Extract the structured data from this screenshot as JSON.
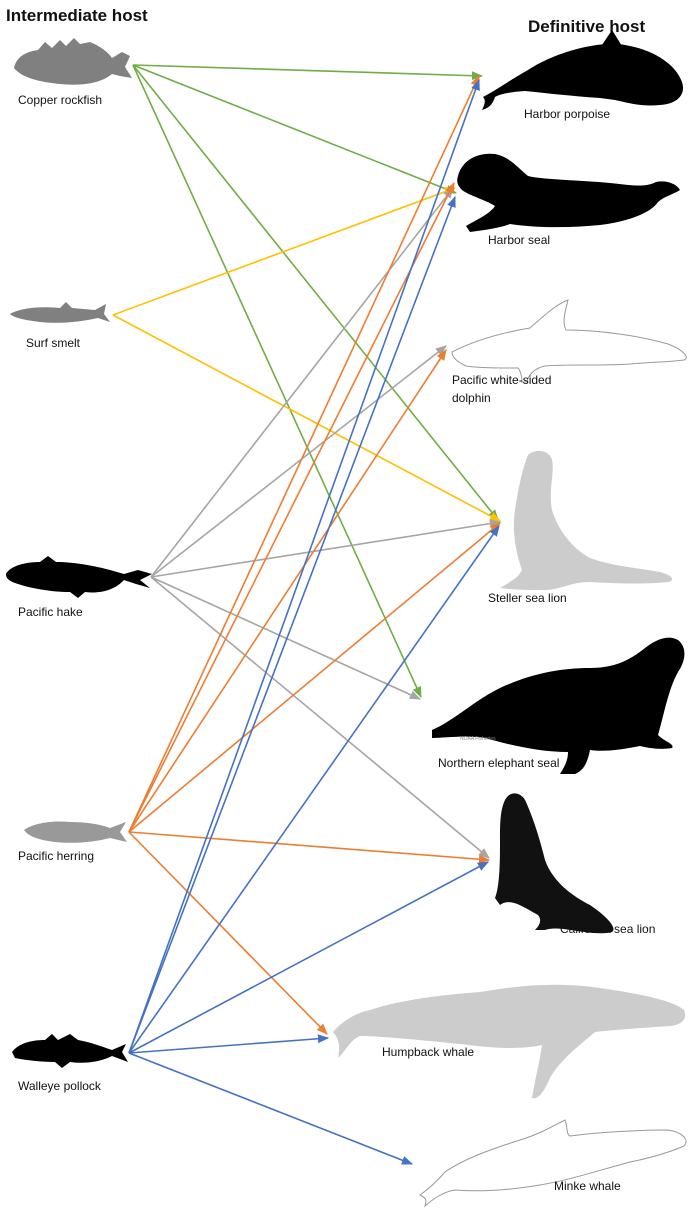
{
  "titles": {
    "intermediate": "Intermediate host",
    "definitive": "Definitive host"
  },
  "colors": {
    "copper_rockfish": "#70AD47",
    "surf_smelt": "#FFC000",
    "pacific_hake": "#A5A5A5",
    "pacific_herring": "#ED7D31",
    "walleye_pollock": "#4472C4"
  },
  "intermediate_hosts": [
    {
      "id": "copper_rockfish",
      "label": "Copper rockfish",
      "silhouette_color": "#808080"
    },
    {
      "id": "surf_smelt",
      "label": "Surf smelt",
      "silhouette_color": "#808080"
    },
    {
      "id": "pacific_hake",
      "label": "Pacific hake",
      "silhouette_color": "#000000"
    },
    {
      "id": "pacific_herring",
      "label": "Pacific herring",
      "silhouette_color": "#999999"
    },
    {
      "id": "walleye_pollock",
      "label": "Walleye pollock",
      "silhouette_color": "#000000"
    }
  ],
  "definitive_hosts": [
    {
      "id": "harbor_porpoise",
      "label": "Harbor porpoise",
      "silhouette_color": "#000000"
    },
    {
      "id": "harbor_seal",
      "label": "Harbor seal",
      "silhouette_color": "#000000"
    },
    {
      "id": "pacific_white_sided_dolphin",
      "label_lines": [
        "Pacific white-sided",
        "dolphin"
      ],
      "silhouette_color": "outline"
    },
    {
      "id": "steller_sea_lion",
      "label": "Steller sea lion",
      "silhouette_color": "#CCCCCC"
    },
    {
      "id": "northern_elephant_seal",
      "label": "Northern elephant seal",
      "silhouette_color": "#000000",
      "credit": "NOAA Fisheries"
    },
    {
      "id": "california_sea_lion",
      "label": "California sea lion",
      "silhouette_color": "#111111"
    },
    {
      "id": "humpback_whale",
      "label": "Humpback whale",
      "silhouette_color": "#CCCCCC"
    },
    {
      "id": "minke_whale",
      "label": "Minke whale",
      "silhouette_color": "outline"
    }
  ],
  "links": [
    {
      "from": "copper_rockfish",
      "to": "harbor_porpoise"
    },
    {
      "from": "copper_rockfish",
      "to": "harbor_seal"
    },
    {
      "from": "copper_rockfish",
      "to": "steller_sea_lion"
    },
    {
      "from": "copper_rockfish",
      "to": "northern_elephant_seal"
    },
    {
      "from": "surf_smelt",
      "to": "harbor_seal"
    },
    {
      "from": "surf_smelt",
      "to": "steller_sea_lion"
    },
    {
      "from": "pacific_hake",
      "to": "harbor_seal"
    },
    {
      "from": "pacific_hake",
      "to": "pacific_white_sided_dolphin"
    },
    {
      "from": "pacific_hake",
      "to": "steller_sea_lion"
    },
    {
      "from": "pacific_hake",
      "to": "northern_elephant_seal"
    },
    {
      "from": "pacific_hake",
      "to": "california_sea_lion"
    },
    {
      "from": "pacific_herring",
      "to": "harbor_porpoise"
    },
    {
      "from": "pacific_herring",
      "to": "harbor_seal"
    },
    {
      "from": "pacific_herring",
      "to": "pacific_white_sided_dolphin"
    },
    {
      "from": "pacific_herring",
      "to": "steller_sea_lion"
    },
    {
      "from": "pacific_herring",
      "to": "california_sea_lion"
    },
    {
      "from": "pacific_herring",
      "to": "humpback_whale"
    },
    {
      "from": "walleye_pollock",
      "to": "harbor_porpoise"
    },
    {
      "from": "walleye_pollock",
      "to": "harbor_seal"
    },
    {
      "from": "walleye_pollock",
      "to": "steller_sea_lion"
    },
    {
      "from": "walleye_pollock",
      "to": "california_sea_lion"
    },
    {
      "from": "walleye_pollock",
      "to": "humpback_whale"
    },
    {
      "from": "walleye_pollock",
      "to": "minke_whale"
    }
  ]
}
